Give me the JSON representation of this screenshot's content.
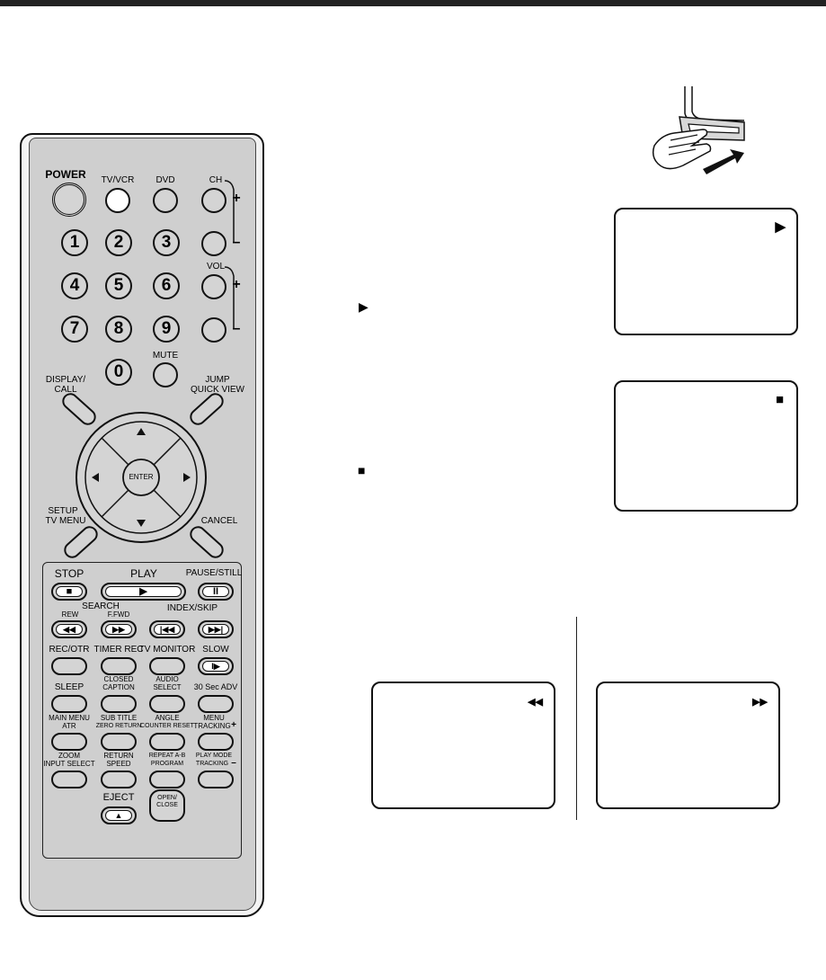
{
  "remote": {
    "power": "POWER",
    "tv_vcr": "TV/VCR",
    "dvd": "DVD",
    "ch": "CH",
    "vol": "VOL",
    "plus": "+",
    "minus": "–",
    "numbers": [
      "1",
      "2",
      "3",
      "4",
      "5",
      "6",
      "7",
      "8",
      "9",
      "0"
    ],
    "mute": "MUTE",
    "display_call": [
      "DISPLAY/",
      "CALL"
    ],
    "jump_quick_view": [
      "JUMP",
      "QUICK VIEW"
    ],
    "enter": "ENTER",
    "setup_tv_menu": [
      "SETUP",
      "TV MENU"
    ],
    "cancel": "CANCEL",
    "stop": "STOP",
    "play": "PLAY",
    "pause_still": "PAUSE/STILL",
    "search": "SEARCH",
    "rew": "REW",
    "ffwd": "F.FWD",
    "index_skip": "INDEX/SKIP",
    "rec_otr": "REC/OTR",
    "timer_rec": "TIMER REC",
    "tv_monitor": "TV MONITOR",
    "slow": "SLOW",
    "sleep": "SLEEP",
    "closed_caption": [
      "CLOSED",
      "CAPTION"
    ],
    "audio_select": [
      "AUDIO",
      "SELECT"
    ],
    "sec_adv": "30 Sec ADV",
    "main_menu_atr": [
      "MAIN MENU",
      "ATR"
    ],
    "sub_title": [
      "SUB TITLE",
      "ZERO RETURN"
    ],
    "angle": [
      "ANGLE",
      "COUNTER RESET"
    ],
    "menu_tracking": [
      "MENU",
      "TRACKING"
    ],
    "zoom": [
      "ZOOM",
      "INPUT SELECT"
    ],
    "return_speed": [
      "RETURN",
      "SPEED"
    ],
    "repeat_ab": [
      "REPEAT A-B",
      "PROGRAM"
    ],
    "play_mode": [
      "PLAY MODE",
      "TRACKING"
    ],
    "eject": "EJECT",
    "open_close": [
      "OPEN/",
      "CLOSE"
    ]
  },
  "symbols": {
    "play": "▶",
    "stop": "■",
    "rew": "◀◀",
    "ffwd": "▶▶"
  },
  "screens": {
    "play": "▶",
    "stop": "■",
    "rew": "◀◀",
    "ffwd": "▶▶"
  }
}
